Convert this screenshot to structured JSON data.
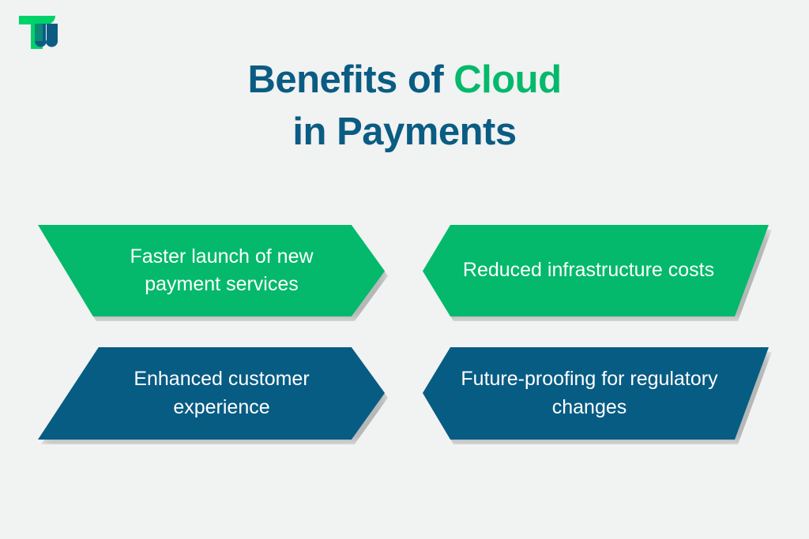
{
  "page": {
    "background_color": "#f1f2f2",
    "brand_green": "#04b96b",
    "brand_blue": "#0a5c83",
    "logo_name": "tu-monogram-logo",
    "logo_alt": "TU"
  },
  "title": {
    "line1_prefix": "Benefits of ",
    "line1_accent": "Cloud",
    "line2": "in Payments",
    "full": "Benefits of Cloud in Payments",
    "color": "#0a5c83",
    "accent_color": "#04b96b"
  },
  "benefits": [
    {
      "id": "faster-launch",
      "label": "Faster launch of new payment services",
      "color": "#04b96b",
      "style": "green",
      "position": "top-left"
    },
    {
      "id": "reduced-costs",
      "label": "Reduced infrastructure costs",
      "color": "#04b96b",
      "style": "green",
      "position": "top-right"
    },
    {
      "id": "enhanced-experience",
      "label": "Enhanced customer experience",
      "color": "#075c83",
      "style": "blue",
      "position": "bottom-left"
    },
    {
      "id": "future-proofing",
      "label": "Future-proofing for regulatory changes",
      "color": "#075c83",
      "style": "blue",
      "position": "bottom-right"
    }
  ]
}
